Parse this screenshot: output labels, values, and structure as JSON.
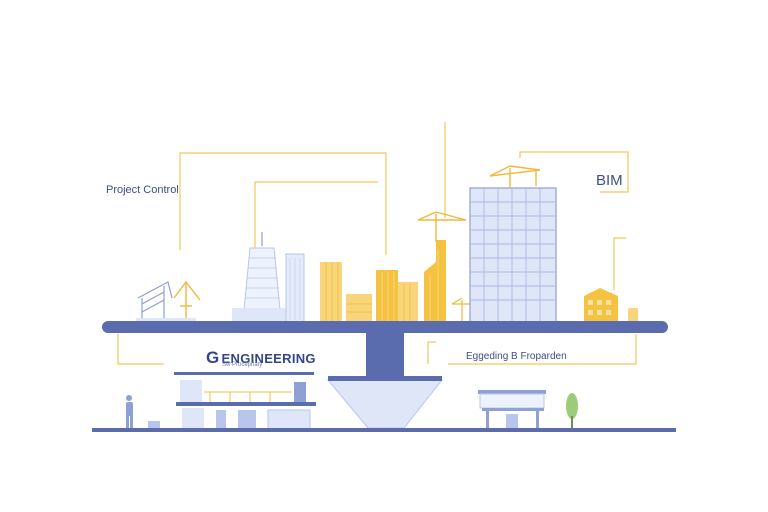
{
  "labels": {
    "project_control": "Project Control",
    "bim": "BIM",
    "engineering_initial": "G",
    "engineering": "ENGINEERING",
    "engineering_sub": "Sw Procepriaty",
    "right_label": "Eggeding B Froparden"
  },
  "colors": {
    "navy": "#5a6cae",
    "gold": "#f5c242",
    "pale_gold": "#f8d57a",
    "glass": "#dfe6f8",
    "connector": "#f4c65a",
    "tree": "#9ccc7a"
  },
  "icons": [
    "crane-icon",
    "tower-crane-icon",
    "person-icon",
    "tree-icon"
  ]
}
